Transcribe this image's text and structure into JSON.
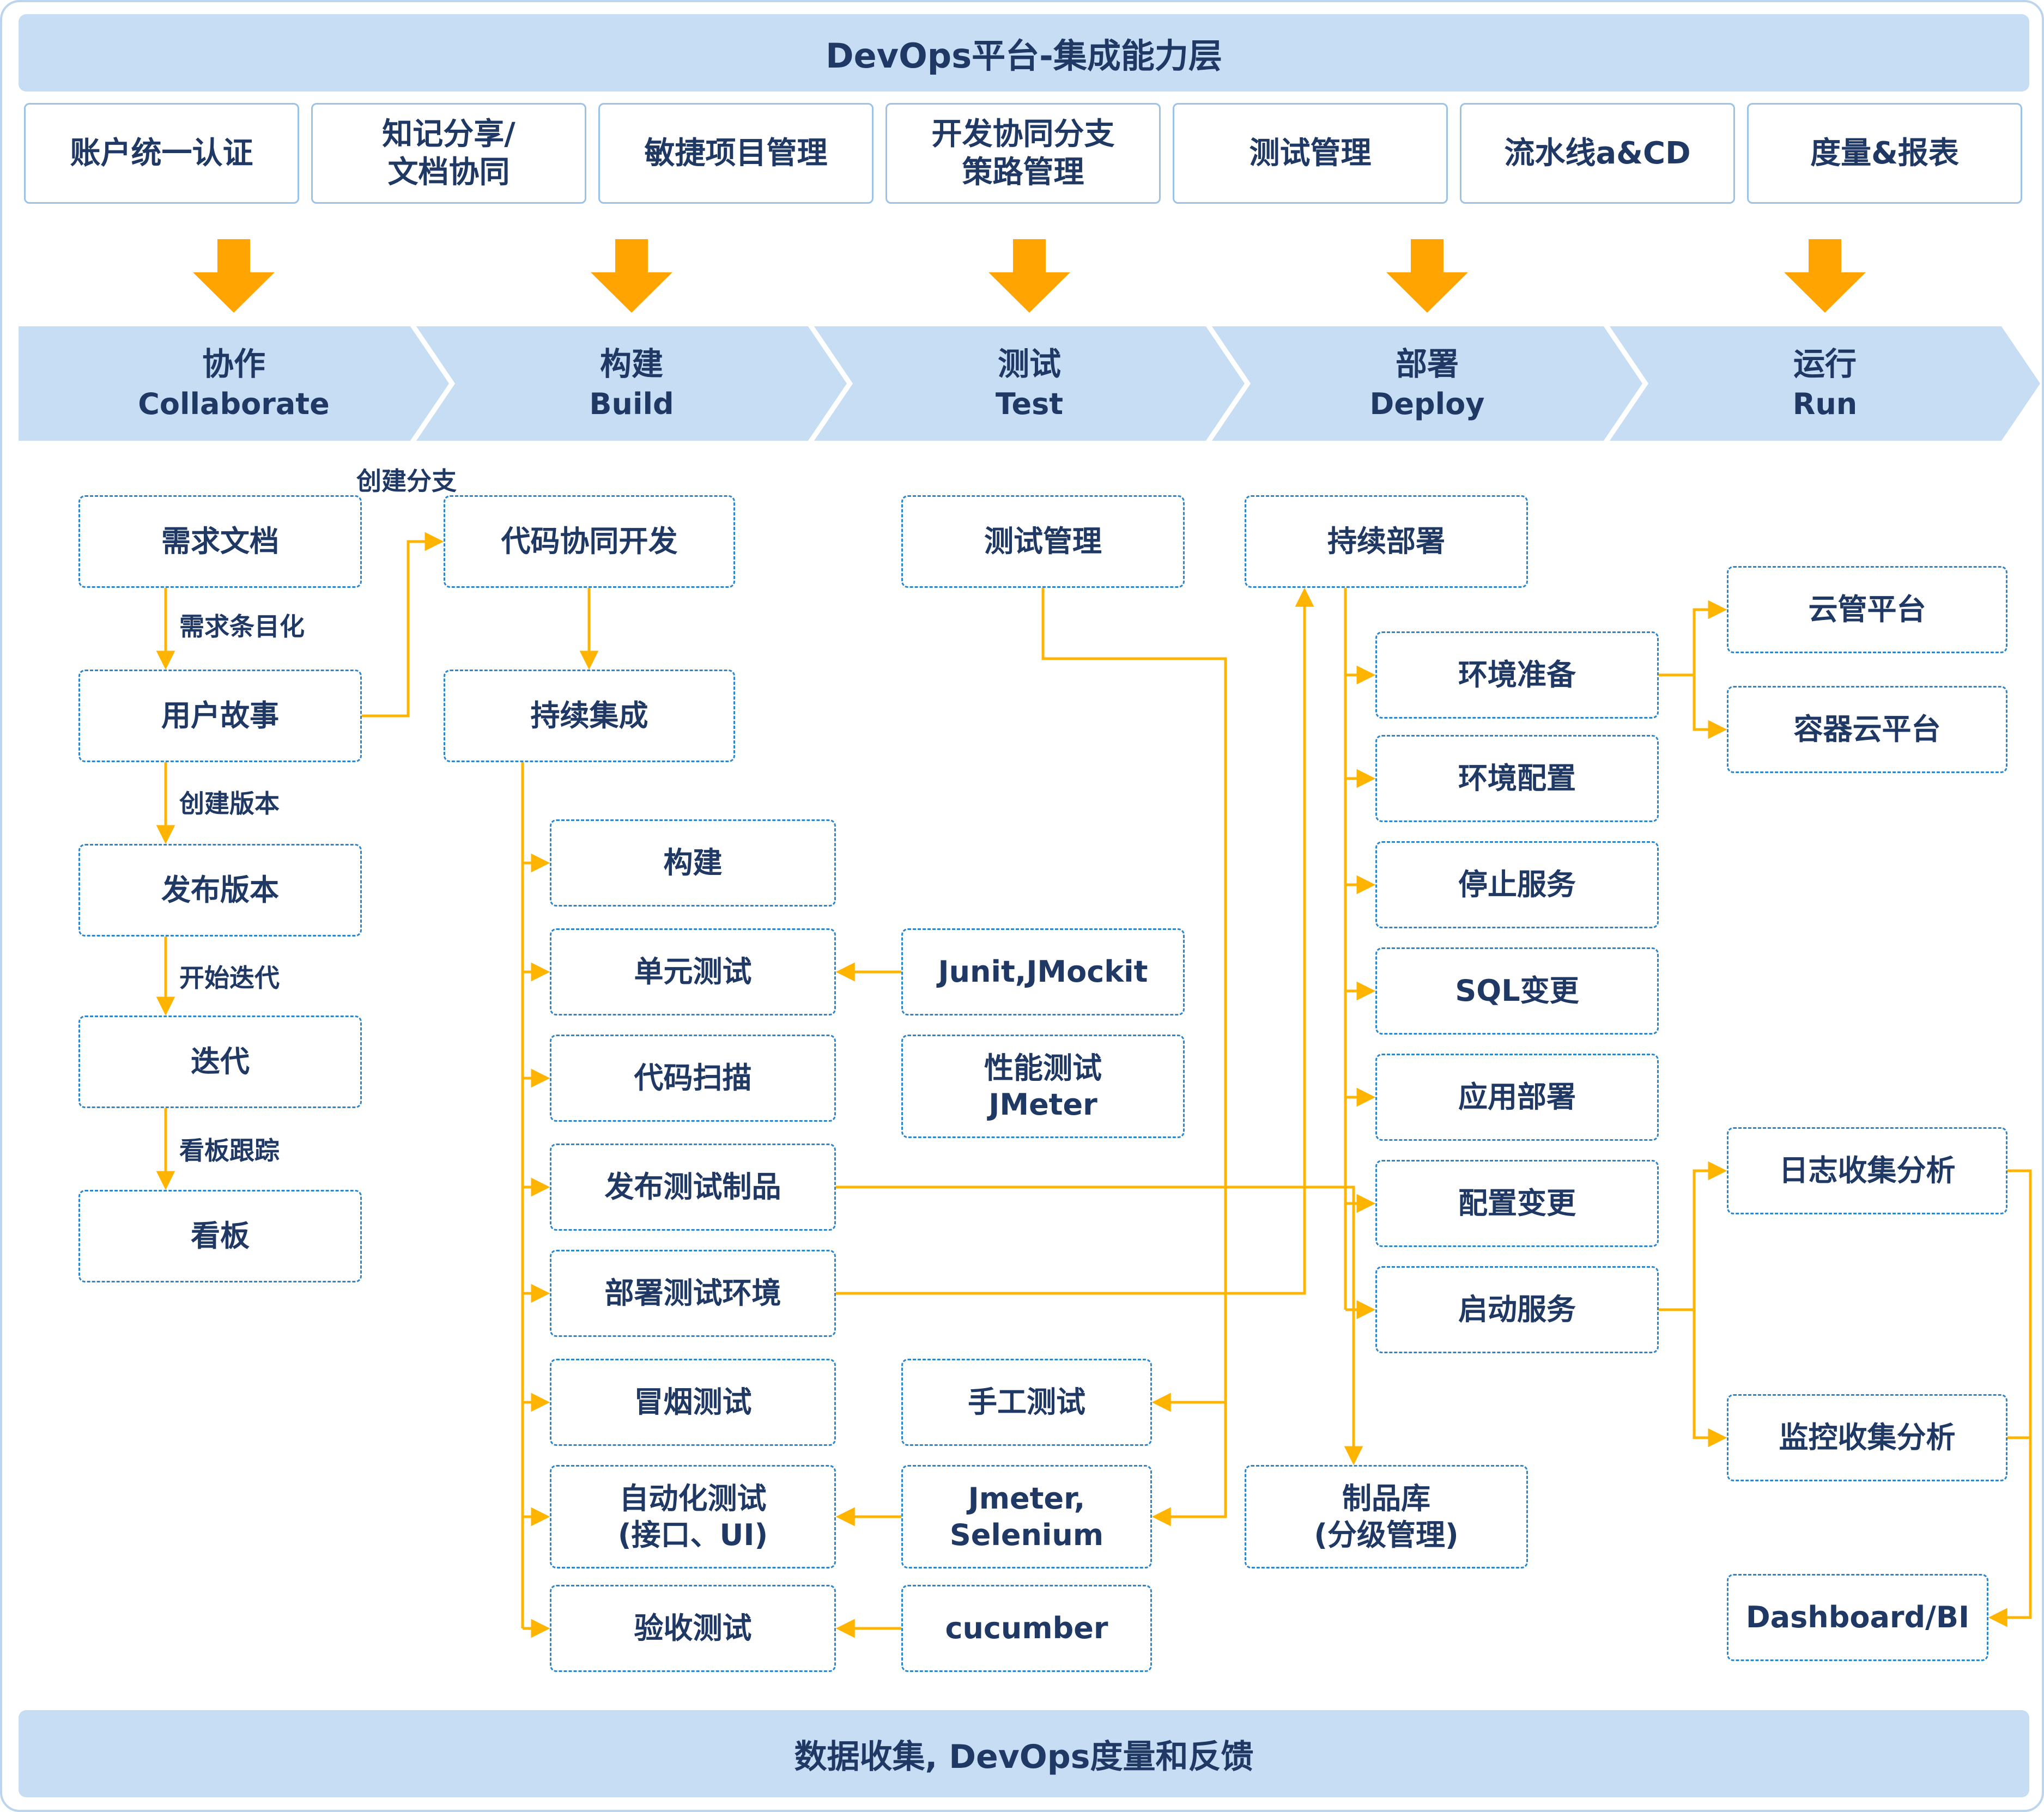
{
  "header": {
    "title": "DevOps平台-集成能力层"
  },
  "footer": {
    "title": "数据收集, DevOps度量和反馈"
  },
  "capabilities": [
    {
      "label": "账户统一认证"
    },
    {
      "label": "知记分享/\n文档协同"
    },
    {
      "label": "敏捷项目管理"
    },
    {
      "label": "开发协同分支\n策路管理"
    },
    {
      "label": "测试管理"
    },
    {
      "label": "流水线a&CD"
    },
    {
      "label": "度量&报表"
    }
  ],
  "phases": [
    {
      "zh": "协作",
      "en": "Collaborate"
    },
    {
      "zh": "构建",
      "en": "Build"
    },
    {
      "zh": "测试",
      "en": "Test"
    },
    {
      "zh": "部署",
      "en": "Deploy"
    },
    {
      "zh": "运行",
      "en": "Run"
    }
  ],
  "collaborate": {
    "boxes": [
      "需求文档",
      "用户故事",
      "发布版本",
      "迭代",
      "看板"
    ],
    "edges": {
      "itemize": "需求条目化",
      "create_version": "创建版本",
      "start_iteration": "开始迭代",
      "board_track": "看板跟踪",
      "create_branch": "创建分支"
    }
  },
  "build": {
    "code_dev": "代码协同开发",
    "ci": "持续集成",
    "steps": [
      "构建",
      "单元测试",
      "代码扫描",
      "发布测试制品",
      "部署测试环境",
      "冒烟测试",
      "自动化测试\n(接口、UI)",
      "验收测试"
    ]
  },
  "test": {
    "management": "测试管理",
    "tools": {
      "unit": "Junit,JMockit",
      "perf": "性能测试\nJMeter",
      "manual": "手工测试",
      "auto": "Jmeter,\nSelenium",
      "acceptance": "cucumber"
    }
  },
  "deploy": {
    "cd": "持续部署",
    "steps": [
      "环境准备",
      "环境配置",
      "停止服务",
      "SQL变更",
      "应用部署",
      "配置变更",
      "启动服务"
    ],
    "artifact_repo": "制品库\n(分级管理)"
  },
  "run": {
    "boxes": [
      "云管平台",
      "容器云平台",
      "日志收集分析",
      "监控收集分析",
      "Dashboard/BI"
    ]
  },
  "colors": {
    "light_blue": "#C7DDF4",
    "navy_text": "#1F3864",
    "dashed_border_blue": "#2E86C9",
    "capability_border_blue": "#9CC3E5",
    "arrow_orange": "#FFB400",
    "block_arrow_orange": "#FFA400"
  }
}
